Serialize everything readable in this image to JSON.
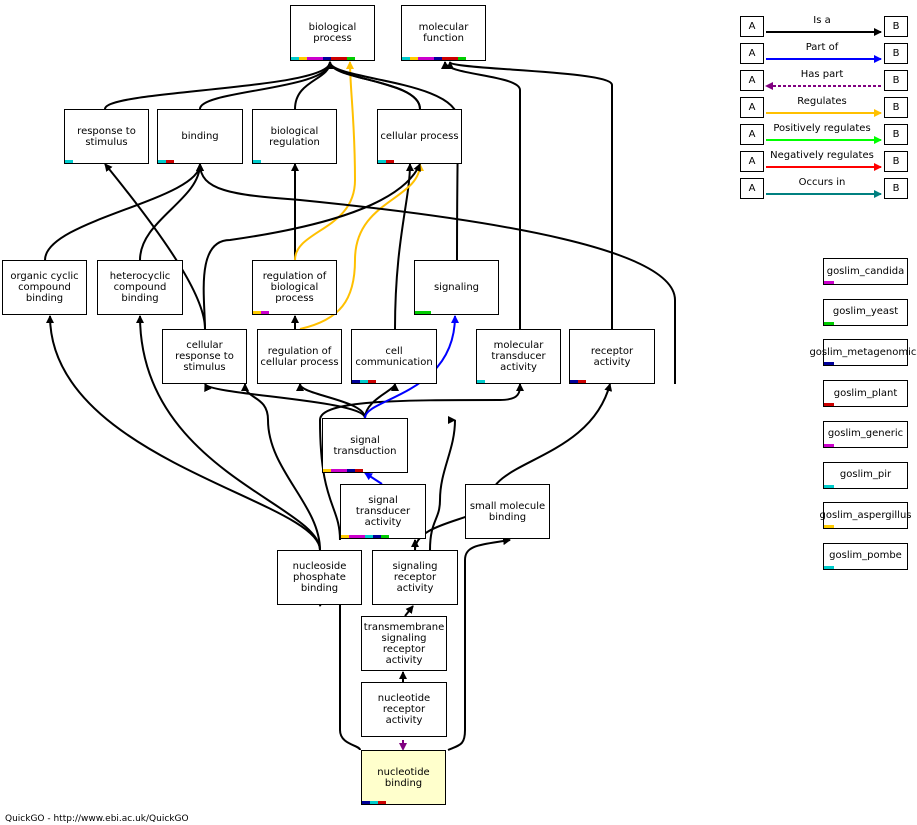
{
  "nodes": [
    {
      "id": "biological-process",
      "label": "biological process",
      "bars": [
        "#00cccc",
        "#ffcc00",
        "#cc00cc",
        "#cc00cc",
        "#000099",
        "#cc0000",
        "#cc0000",
        "#00cc00"
      ]
    },
    {
      "id": "molecular-function",
      "label": "molecular function",
      "bars": [
        "#00cccc",
        "#ffcc00",
        "#cc00cc",
        "#cc00cc",
        "#000099",
        "#cc0000",
        "#cc0000",
        "#00cc00"
      ]
    },
    {
      "id": "response-to-stimulus",
      "label": "response to stimulus",
      "bars": [
        "#00cccc"
      ]
    },
    {
      "id": "binding",
      "label": "binding",
      "bars": [
        "#00cccc",
        "#cc0000"
      ]
    },
    {
      "id": "biological-regulation",
      "label": "biological regulation",
      "bars": [
        "#00cccc"
      ]
    },
    {
      "id": "cellular-process",
      "label": "cellular process",
      "bars": [
        "#00cccc",
        "#cc0000"
      ]
    },
    {
      "id": "organic-cyclic-compound-binding",
      "label": "organic cyclic compound binding",
      "bars": []
    },
    {
      "id": "heterocyclic-compound-binding",
      "label": "heterocyclic compound binding",
      "bars": []
    },
    {
      "id": "regulation-of-biological-process",
      "label": "regulation of biological process",
      "bars": [
        "#ffcc00",
        "#cc00cc"
      ]
    },
    {
      "id": "signaling",
      "label": "signaling",
      "bars": [
        "#00cc00",
        "#00cc00"
      ]
    },
    {
      "id": "cellular-response-to-stimulus",
      "label": "cellular response to stimulus",
      "bars": []
    },
    {
      "id": "regulation-of-cellular-process",
      "label": "regulation of cellular process",
      "bars": []
    },
    {
      "id": "cell-communication",
      "label": "cell communication",
      "bars": [
        "#000099",
        "#00cccc",
        "#cc0000"
      ]
    },
    {
      "id": "molecular-transducer-activity",
      "label": "molecular transducer activity",
      "bars": [
        "#00cccc"
      ]
    },
    {
      "id": "receptor-activity",
      "label": "receptor activity",
      "bars": [
        "#000099",
        "#cc0000"
      ]
    },
    {
      "id": "signal-transduction",
      "label": "signal transduction",
      "bars": [
        "#ffcc00",
        "#cc00cc",
        "#cc00cc",
        "#000099",
        "#cc0000"
      ]
    },
    {
      "id": "signal-transducer-activity",
      "label": "signal transducer activity",
      "bars": [
        "#ffcc00",
        "#cc00cc",
        "#cc00cc",
        "#00cccc",
        "#000099",
        "#00cc00"
      ]
    },
    {
      "id": "small-molecule-binding",
      "label": "small molecule binding",
      "bars": []
    },
    {
      "id": "nucleoside-phosphate-binding",
      "label": "nucleoside phosphate binding",
      "bars": []
    },
    {
      "id": "signaling-receptor-activity",
      "label": "signaling receptor activity",
      "bars": []
    },
    {
      "id": "transmembrane-signaling-receptor-activity",
      "label": "transmembrane signaling receptor activity",
      "bars": []
    },
    {
      "id": "nucleotide-receptor-activity",
      "label": "nucleotide receptor activity",
      "bars": []
    },
    {
      "id": "nucleotide-binding",
      "label": "nucleotide binding",
      "bars": [
        "#000099",
        "#00cccc",
        "#cc0000"
      ]
    }
  ],
  "legend": {
    "a_label": "A",
    "b_label": "B",
    "relations": [
      {
        "label": "Is a",
        "color": "#000000",
        "dashed": false
      },
      {
        "label": "Part of",
        "color": "#0000ff",
        "dashed": false
      },
      {
        "label": "Has part",
        "color": "#800080",
        "dashed": true
      },
      {
        "label": "Regulates",
        "color": "#ffc000",
        "dashed": false
      },
      {
        "label": "Positively regulates",
        "color": "#00ff00",
        "dashed": false
      },
      {
        "label": "Negatively regulates",
        "color": "#ff0000",
        "dashed": false
      },
      {
        "label": "Occurs in",
        "color": "#008080",
        "dashed": false
      }
    ]
  },
  "subsets": [
    {
      "label": "goslim_candida",
      "color": "#cc00cc"
    },
    {
      "label": "goslim_yeast",
      "color": "#00cc00"
    },
    {
      "label": "goslim_metagenomics",
      "color": "#000099"
    },
    {
      "label": "goslim_plant",
      "color": "#cc0000"
    },
    {
      "label": "goslim_generic",
      "color": "#cc00cc"
    },
    {
      "label": "goslim_pir",
      "color": "#00cccc"
    },
    {
      "label": "goslim_aspergillus",
      "color": "#ffcc00"
    },
    {
      "label": "goslim_pombe",
      "color": "#00cccc"
    }
  ],
  "footer": "QuickGO - http://www.ebi.ac.uk/QuickGO"
}
